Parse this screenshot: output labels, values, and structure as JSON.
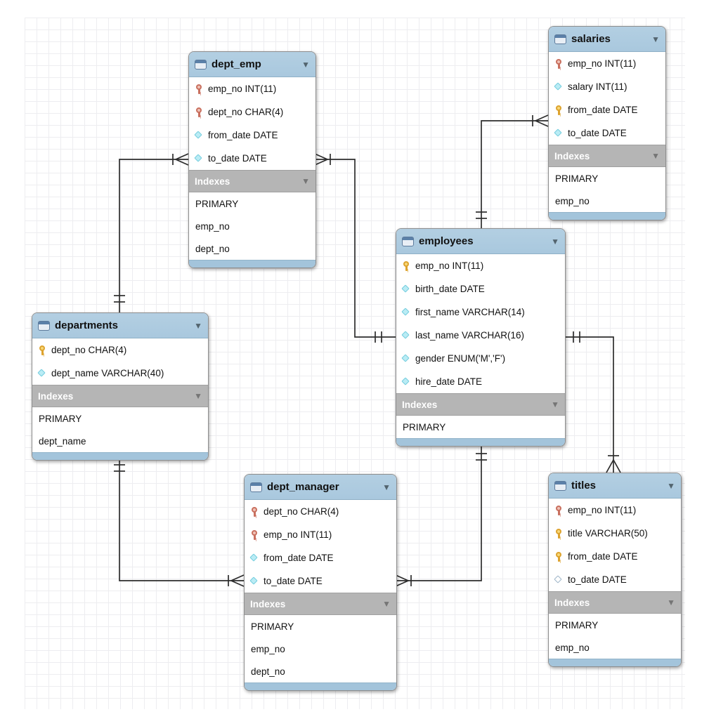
{
  "icons": {
    "collapse": "▼",
    "table_icon": "table-grid",
    "key_pk_fk": "key-red",
    "key_pk": "key-yellow",
    "column_notnull": "diamond",
    "column_nullable": "diamond-open"
  },
  "colors": {
    "header_blue": "#a9c8de",
    "footer_blue": "#a3c4db",
    "indexes_gray": "#b5b5b5",
    "line": "#2d2d2d",
    "key_red": "#c9705f",
    "key_yellow": "#dda32f",
    "diamond": "#76cede"
  },
  "indexes_label": "Indexes",
  "tables": [
    {
      "title": "dept_emp",
      "columns": [
        {
          "icon": "key-red",
          "text": "emp_no INT(11)"
        },
        {
          "icon": "key-red",
          "text": "dept_no CHAR(4)"
        },
        {
          "icon": "diamond",
          "text": "from_date DATE"
        },
        {
          "icon": "diamond",
          "text": "to_date DATE"
        }
      ],
      "indexes": [
        "PRIMARY",
        "emp_no",
        "dept_no"
      ]
    },
    {
      "title": "salaries",
      "columns": [
        {
          "icon": "key-red",
          "text": "emp_no INT(11)"
        },
        {
          "icon": "diamond",
          "text": "salary INT(11)"
        },
        {
          "icon": "key-yellow",
          "text": "from_date DATE"
        },
        {
          "icon": "diamond",
          "text": "to_date DATE"
        }
      ],
      "indexes": [
        "PRIMARY",
        "emp_no"
      ]
    },
    {
      "title": "departments",
      "columns": [
        {
          "icon": "key-yellow",
          "text": "dept_no CHAR(4)"
        },
        {
          "icon": "diamond",
          "text": "dept_name VARCHAR(40)"
        }
      ],
      "indexes": [
        "PRIMARY",
        "dept_name"
      ]
    },
    {
      "title": "employees",
      "columns": [
        {
          "icon": "key-yellow",
          "text": "emp_no INT(11)"
        },
        {
          "icon": "diamond",
          "text": "birth_date DATE"
        },
        {
          "icon": "diamond",
          "text": "first_name VARCHAR(14)"
        },
        {
          "icon": "diamond",
          "text": "last_name VARCHAR(16)"
        },
        {
          "icon": "diamond",
          "text": "gender ENUM('M','F')"
        },
        {
          "icon": "diamond",
          "text": "hire_date DATE"
        }
      ],
      "indexes": [
        "PRIMARY"
      ]
    },
    {
      "title": "dept_manager",
      "columns": [
        {
          "icon": "key-red",
          "text": "dept_no CHAR(4)"
        },
        {
          "icon": "key-red",
          "text": "emp_no INT(11)"
        },
        {
          "icon": "diamond",
          "text": "from_date DATE"
        },
        {
          "icon": "diamond",
          "text": "to_date DATE"
        }
      ],
      "indexes": [
        "PRIMARY",
        "emp_no",
        "dept_no"
      ]
    },
    {
      "title": "titles",
      "columns": [
        {
          "icon": "key-red",
          "text": "emp_no INT(11)"
        },
        {
          "icon": "key-yellow",
          "text": "title VARCHAR(50)"
        },
        {
          "icon": "key-yellow",
          "text": "from_date DATE"
        },
        {
          "icon": "diamond-open",
          "text": "to_date DATE"
        }
      ],
      "indexes": [
        "PRIMARY",
        "emp_no"
      ]
    }
  ],
  "relationships": [
    {
      "from": "dept_emp",
      "to": "departments",
      "cardinality": "many-to-one",
      "line_style": "solid"
    },
    {
      "from": "dept_emp",
      "to": "employees",
      "cardinality": "many-to-one",
      "line_style": "solid"
    },
    {
      "from": "salaries",
      "to": "employees",
      "cardinality": "many-to-one",
      "line_style": "solid"
    },
    {
      "from": "titles",
      "to": "employees",
      "cardinality": "many-to-one",
      "line_style": "solid"
    },
    {
      "from": "dept_manager",
      "to": "employees",
      "cardinality": "many-to-one",
      "line_style": "solid"
    },
    {
      "from": "dept_manager",
      "to": "departments",
      "cardinality": "many-to-one",
      "line_style": "solid"
    }
  ]
}
